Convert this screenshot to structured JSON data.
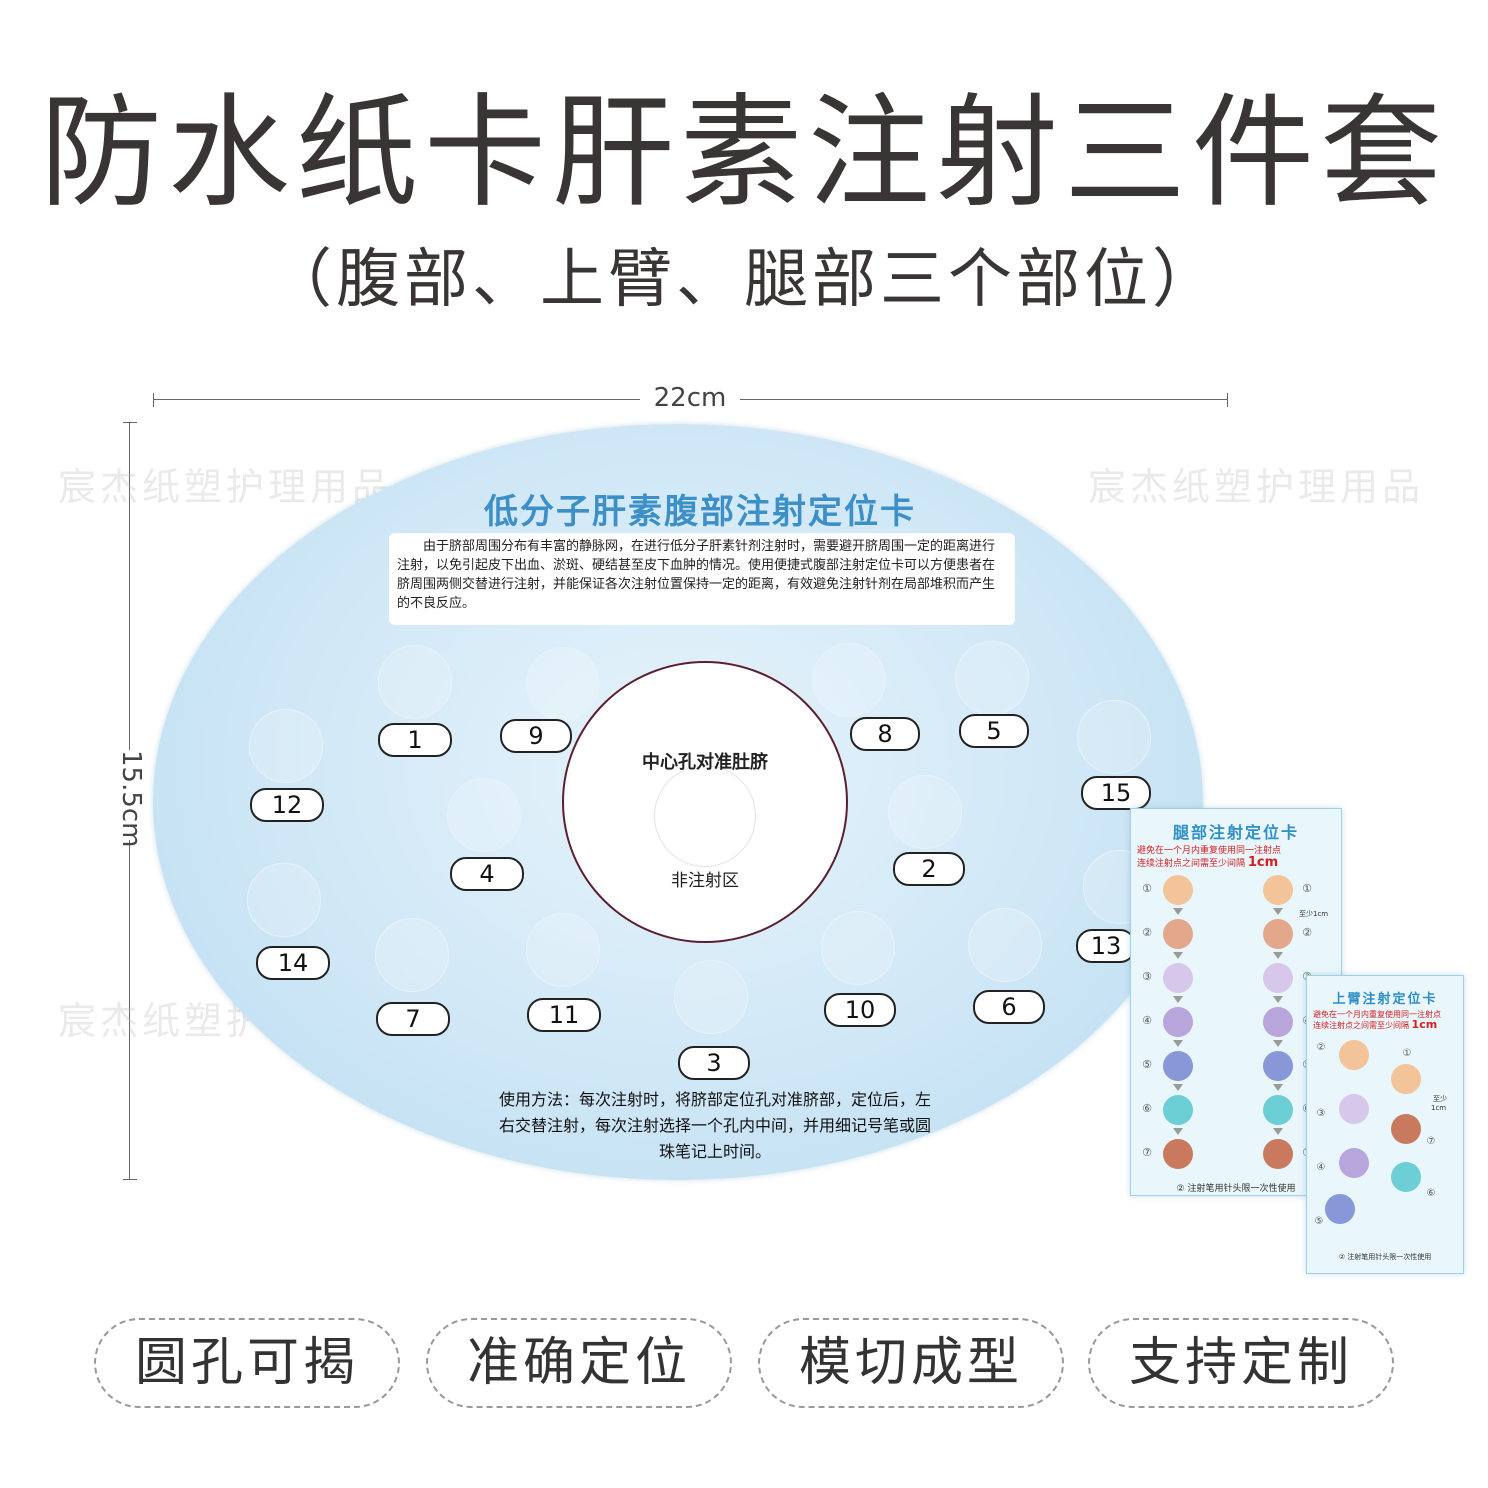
{
  "header": {
    "title": "防水纸卡肝素注射三件套",
    "subtitle": "（腹部、上臂、腿部三个部位）"
  },
  "dimensions": {
    "width": "22cm",
    "height": "15.5cm"
  },
  "watermarks": [
    "宸杰纸塑护理用品",
    "宸杰纸塑护理用品",
    "宸杰纸塑护"
  ],
  "abdomen_card": {
    "title": "低分子肝素腹部注射定位卡",
    "description": "由于脐部周围分布有丰富的静脉网，在进行低分子肝素针剂注射时，需要避开脐周围一定的距离进行注射，以免引起皮下出血、淤斑、硬结甚至皮下血肿的情况。使用便捷式腹部注射定位卡可以方便患者在脐周围两侧交替进行注射，并能保证各次注射位置保持一定的距离，有效避免注射针剂在局部堆积而产生的不良反应。",
    "center_label": "中心孔对准肚脐",
    "non_injection": "非注射区",
    "usage": "使用方法：每次注射时，将脐部定位孔对准脐部，定位后，左右交替注射，每次注射选择一个孔内中间，并用细记号笔或圆珠笔记上时间。",
    "sites": [
      "1",
      "9",
      "8",
      "5",
      "12",
      "15",
      "4",
      "2",
      "13",
      "14",
      "7",
      "11",
      "10",
      "6",
      "3"
    ]
  },
  "leg_card": {
    "title": "腿部注射定位卡",
    "note_line1": "避免在一个月内重复使用同一注射点",
    "note_line2": "连续注射点之间需至少间隔",
    "note_unit": "1cm",
    "gap_label": "至少1cm",
    "numbers": [
      "①",
      "②",
      "③",
      "④",
      "⑤",
      "⑥",
      "⑦"
    ],
    "footer": "② 注射笔用针头限一次性使用"
  },
  "arm_card": {
    "title": "上臂注射定位卡",
    "note_line1": "避免在一个月内重复使用同一注射点",
    "note_line2": "连续注射点之间需至少间隔",
    "note_unit": "1cm",
    "gap_label_1": "至少",
    "gap_label_2": "1cm",
    "numbers_left": [
      "②",
      "③",
      "④",
      "⑤"
    ],
    "numbers_right": [
      "①",
      "⑦",
      "⑥"
    ],
    "footer": "② 注射笔用针头限一次性使用"
  },
  "dot_colors": [
    "#f3c39a",
    "#e3a88c",
    "#d7c7ea",
    "#b8a5dc",
    "#8797d8",
    "#6ccfd6",
    "#c97a5e"
  ],
  "features": [
    "圆孔可揭",
    "准确定位",
    "模切成型",
    "支持定制"
  ]
}
